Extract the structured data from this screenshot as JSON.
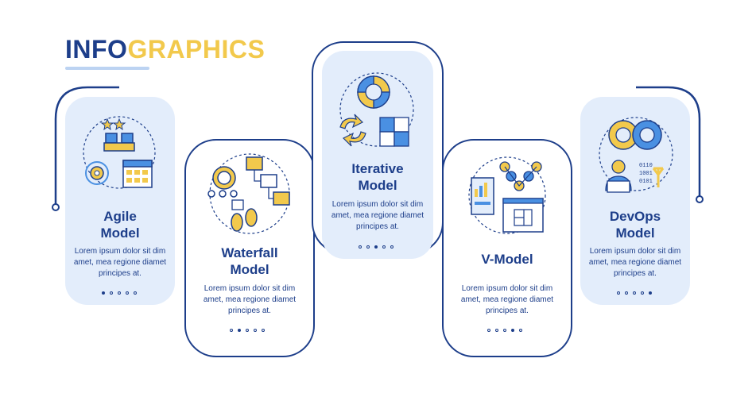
{
  "header": {
    "title_part1": "INFO",
    "title_part2": "GRAPHICS"
  },
  "cards": [
    {
      "title_line1": "Agile",
      "title_line2": "Model",
      "body": "Lorem ipsum dolor sit dim amet, mea regione diamet principes at."
    },
    {
      "title_line1": "Waterfall",
      "title_line2": "Model",
      "body": "Lorem ipsum dolor sit dim amet, mea regione diamet principes at."
    },
    {
      "title_line1": "Iterative",
      "title_line2": "Model",
      "body": "Lorem ipsum dolor sit dim amet, mea regione diamet principes at."
    },
    {
      "title_line1": "V-Model",
      "title_line2": "",
      "body": "Lorem ipsum dolor sit dim amet, mea regione diamet principes at."
    },
    {
      "title_line1": "DevOps",
      "title_line2": "Model",
      "body": "Lorem ipsum dolor sit dim amet, mea regione diamet principes at."
    }
  ],
  "icons": [
    "agile-team-calendar-icon",
    "waterfall-process-icon",
    "iterative-cycle-puzzle-icon",
    "v-model-diagram-icon",
    "devops-engineer-icon"
  ],
  "colors": {
    "navy": "#1d3e8a",
    "yellow": "#f2c94c",
    "panel": "#e3edfb",
    "underline": "#bcd3f2"
  }
}
